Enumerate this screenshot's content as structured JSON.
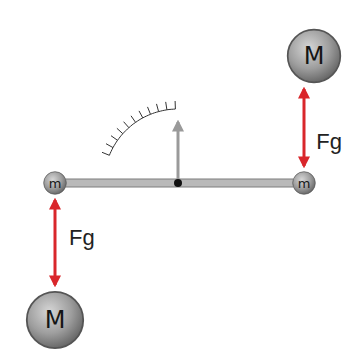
{
  "diagram": {
    "nodes": [
      {
        "text": [
          "M"
        ]
      },
      {
        "text": [
          "m"
        ]
      },
      {
        "text": [
          "m"
        ]
      },
      {
        "text": [
          "M"
        ]
      }
    ],
    "edges": [
      {
        "from": 1,
        "to": 2,
        "arrow": "none"
      },
      {
        "from": 2,
        "to": 0,
        "label": "Fg",
        "arrow": "both"
      },
      {
        "from": 1,
        "to": 3,
        "label": "Fg",
        "arrow": "both"
      }
    ]
  }
}
